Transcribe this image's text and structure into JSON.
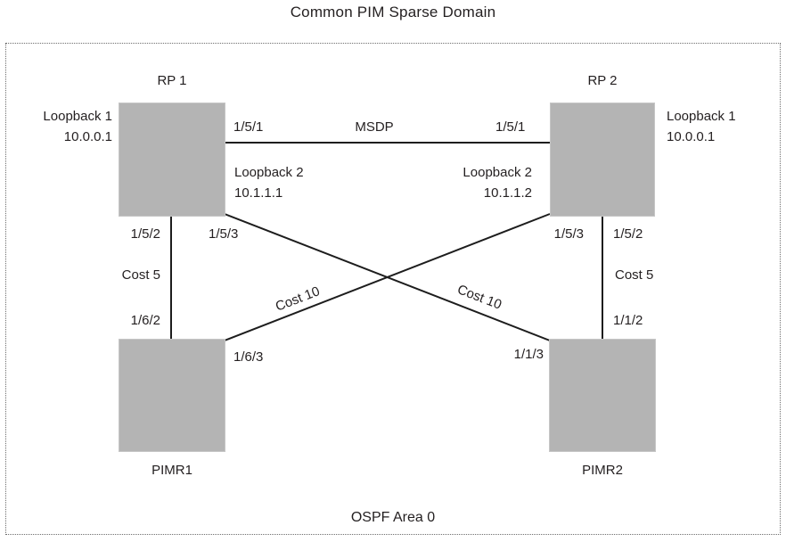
{
  "diagram": {
    "title": "Common PIM Sparse Domain",
    "area_label": "OSPF Area 0"
  },
  "colors": {
    "node_fill": "#b4b4b4",
    "line": "#1d1d1d",
    "text": "#231f20",
    "boundary_dots": "#6e6e6e"
  },
  "nodes": {
    "rp1": {
      "name": "RP 1",
      "loopback1": {
        "label": "Loopback 1",
        "ip": "10.0.0.1"
      },
      "loopback2": {
        "label": "Loopback 2",
        "ip": "10.1.1.1"
      }
    },
    "rp2": {
      "name": "RP 2",
      "loopback1": {
        "label": "Loopback 1",
        "ip": "10.0.0.1"
      },
      "loopback2": {
        "label": "Loopback 2",
        "ip": "10.1.1.2"
      }
    },
    "pimr1": {
      "name": "PIMR1"
    },
    "pimr2": {
      "name": "PIMR2"
    }
  },
  "links": {
    "msdp": {
      "label": "MSDP",
      "rp1_port": "1/5/1",
      "rp2_port": "1/5/1"
    },
    "rp1_pimr1": {
      "cost": "Cost 5",
      "rp1_port": "1/5/2",
      "pimr1_port": "1/6/2"
    },
    "rp2_pimr2": {
      "cost": "Cost 5",
      "rp2_port": "1/5/2",
      "pimr2_port": "1/1/2"
    },
    "rp1_pimr2": {
      "cost": "Cost 10",
      "rp1_port": "1/5/3",
      "pimr2_port": "1/1/3"
    },
    "rp2_pimr1": {
      "cost": "Cost 10",
      "rp2_port": "1/5/3",
      "pimr1_port": "1/6/3"
    }
  }
}
